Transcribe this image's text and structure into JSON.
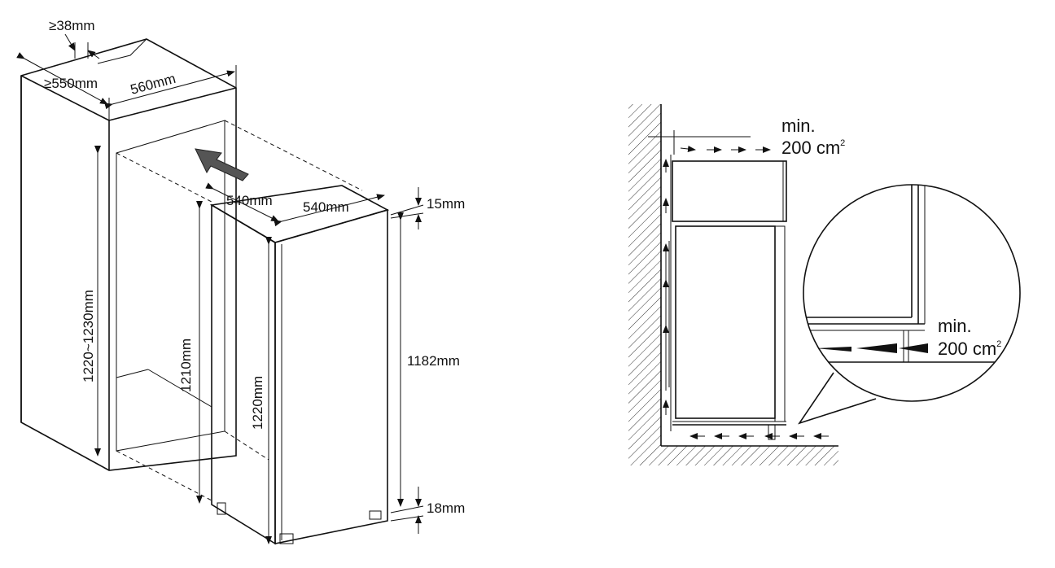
{
  "installation": {
    "dims": {
      "gap_top": "≥38mm",
      "niche_depth": "≥550mm",
      "niche_width": "560mm",
      "niche_height": "1220~1230mm",
      "appliance_depth": "540mm",
      "appliance_width": "540mm",
      "door_top_gap": "15mm",
      "appliance_height_back": "1210mm",
      "appliance_height": "1220mm",
      "door_height": "1182mm",
      "door_bottom_gap": "18mm"
    }
  },
  "ventilation": {
    "top_label_line1": "min.",
    "top_label_line2": "200 cm",
    "top_label_sup": "2",
    "bottom_label_line1": "min.",
    "bottom_label_line2": "200 cm",
    "bottom_label_sup": "2"
  },
  "colors": {
    "line": "#111111",
    "background": "#ffffff"
  }
}
